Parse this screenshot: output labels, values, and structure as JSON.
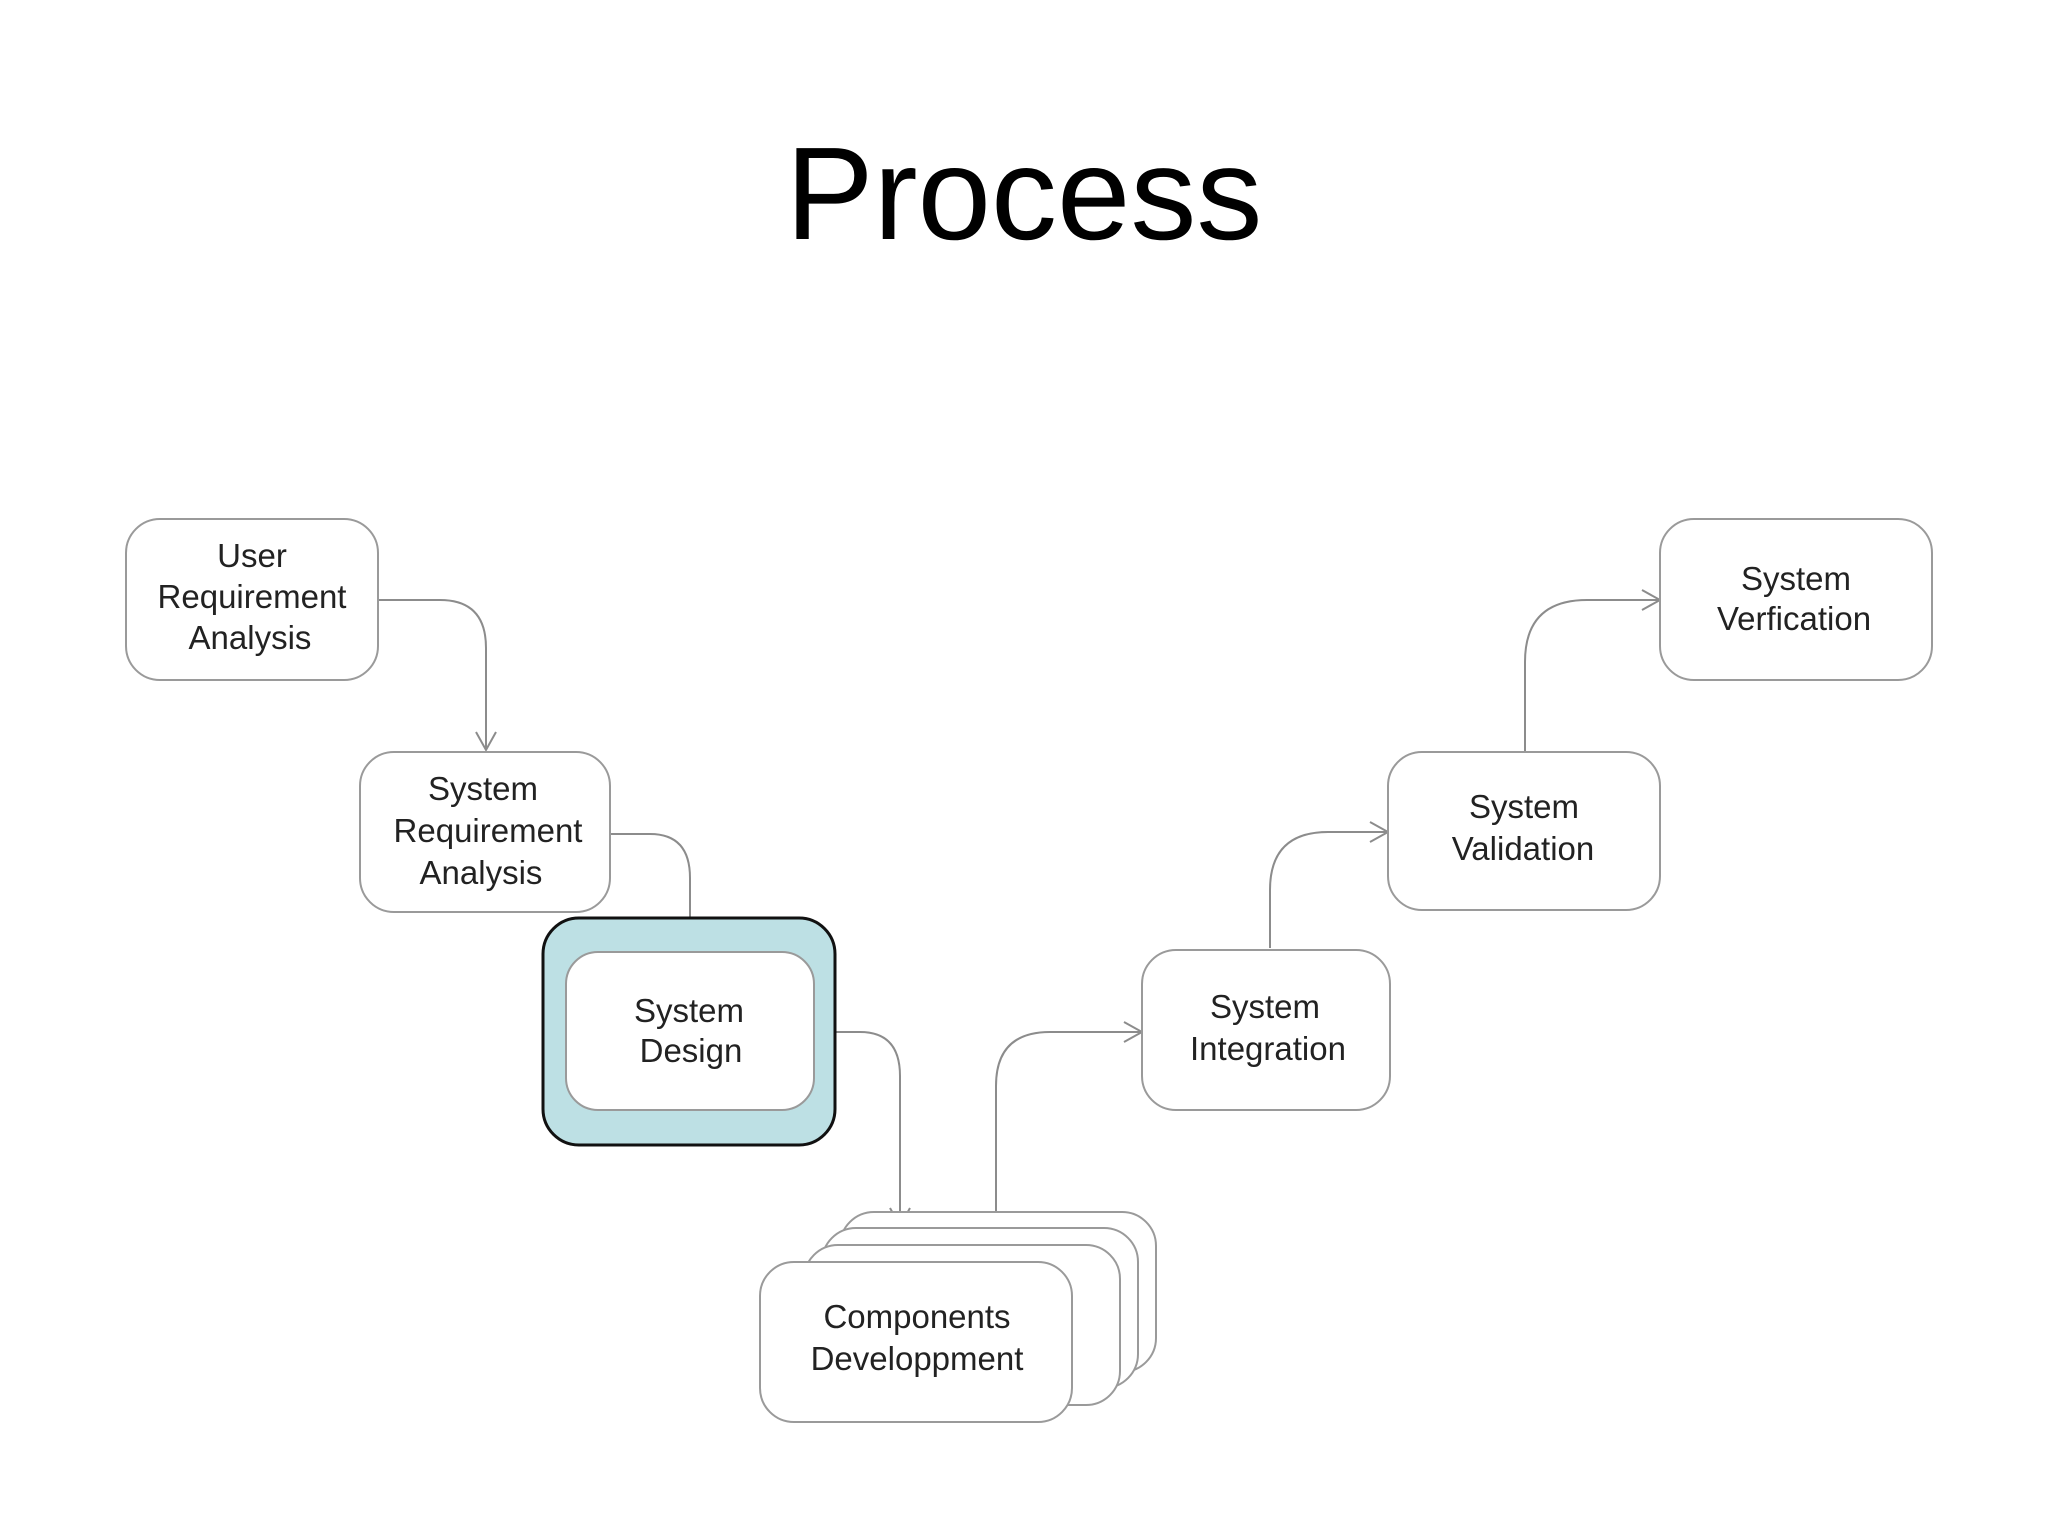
{
  "slide": {
    "title": "Process"
  },
  "diagram": {
    "nodes": {
      "user_requirement_analysis": [
        "User",
        "Requirement",
        "Analysis"
      ],
      "system_requirement_analysis": [
        "System",
        "Requirement",
        "Analysis"
      ],
      "system_design": [
        "System",
        "Design"
      ],
      "components_development": [
        "Components",
        "Developpment"
      ],
      "system_integration": [
        "System",
        "Integration"
      ],
      "system_validation": [
        "System",
        "Validation"
      ],
      "system_verification": [
        "System",
        "Verfication"
      ]
    },
    "highlighted_node": "system_design",
    "colors": {
      "highlight_fill": "#bde0e4",
      "node_stroke": "#9a9a9a",
      "connector": "#8c8c8c"
    }
  }
}
